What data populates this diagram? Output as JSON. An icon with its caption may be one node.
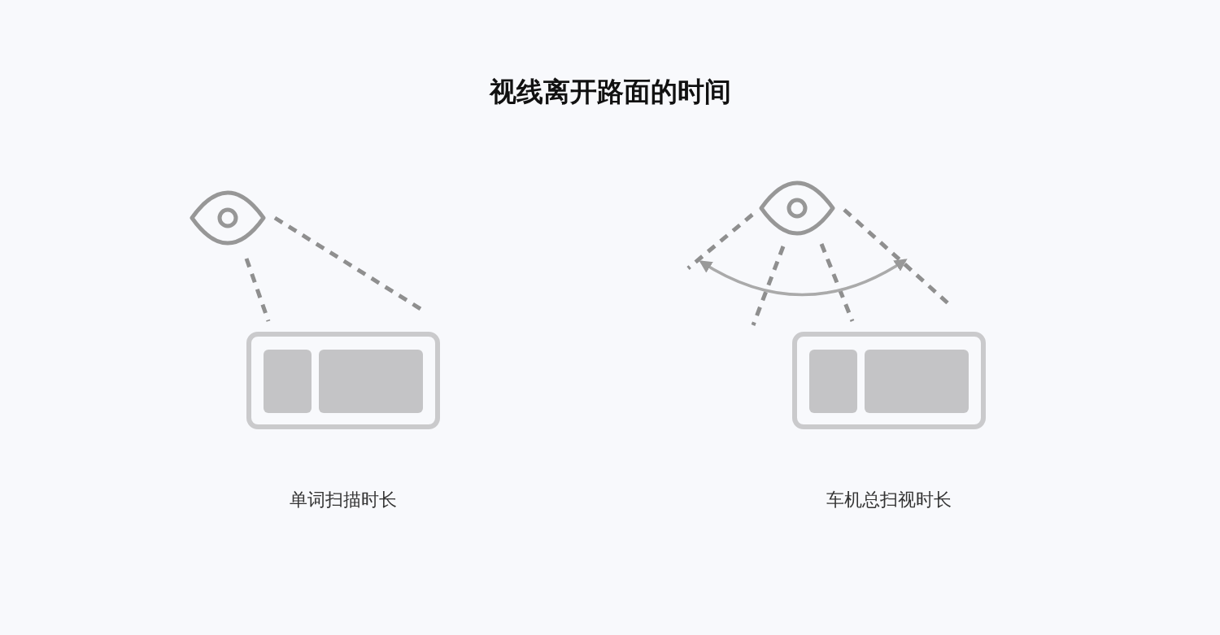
{
  "diagram": {
    "title": "视线离开路面的时间",
    "labels": [
      "单词扫描时长",
      "车机总扫视时长"
    ]
  }
}
